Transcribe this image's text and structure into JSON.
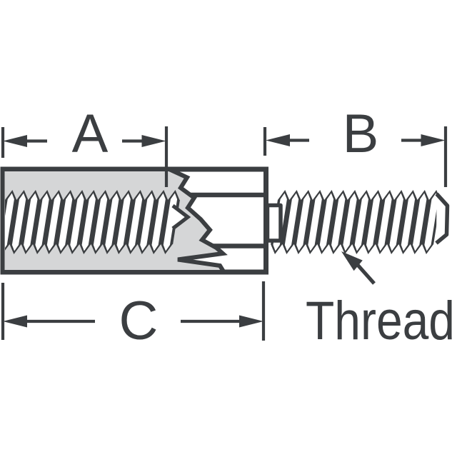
{
  "labels": {
    "dim_a": "A",
    "dim_b": "B",
    "dim_c": "C",
    "thread_callout": "Thread"
  },
  "colors": {
    "line": "#3b3e41",
    "fill_gray": "#d5d6d7",
    "background": "#ffffff"
  }
}
